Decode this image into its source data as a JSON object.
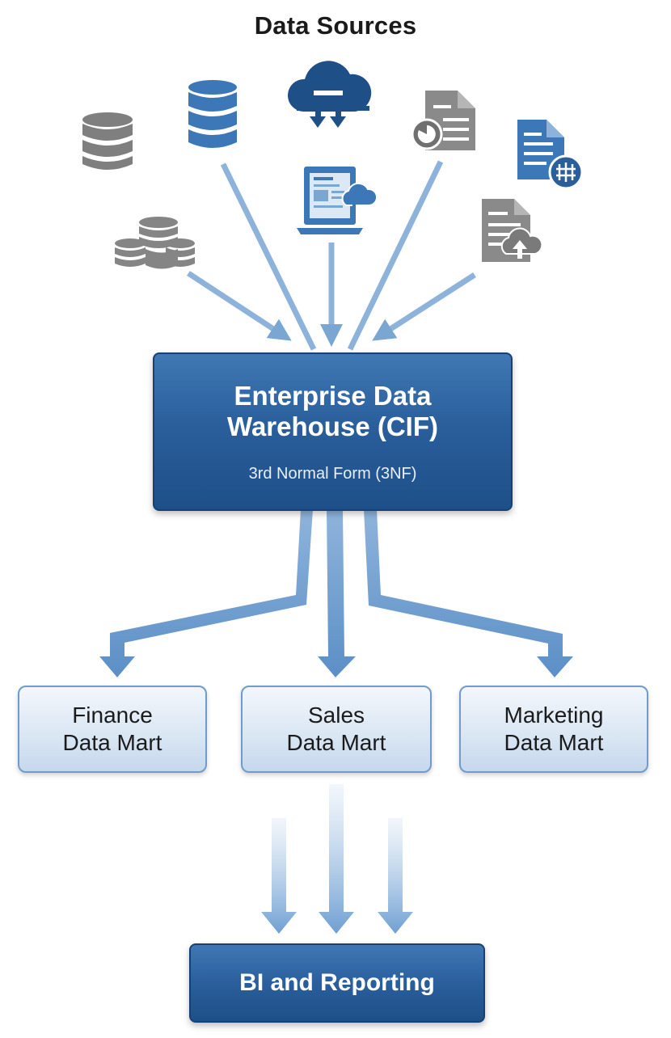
{
  "title": "Data Sources",
  "sources": [
    {
      "icon": "database-gray-icon"
    },
    {
      "icon": "database-blue-icon"
    },
    {
      "icon": "cloud-transfer-icon"
    },
    {
      "icon": "document-report-icon"
    },
    {
      "icon": "document-api-icon"
    },
    {
      "icon": "coin-stack-database-icon"
    },
    {
      "icon": "laptop-cloud-icon"
    },
    {
      "icon": "document-upload-icon"
    }
  ],
  "warehouse": {
    "title": "Enterprise Data Warehouse (CIF)",
    "subtitle": "3rd Normal Form (3NF)"
  },
  "marts": [
    {
      "line1": "Finance",
      "line2": "Data Mart"
    },
    {
      "line1": "Sales",
      "line2": "Data Mart"
    },
    {
      "line1": "Marketing",
      "line2": "Data Mart"
    }
  ],
  "reporting": {
    "label": "BI and Reporting"
  },
  "colors": {
    "primary_blue": "#2a5f9c",
    "dark_blue": "#1e4f88",
    "light_arrow": "#8db3da",
    "icon_gray": "#7f7f7f",
    "mart_border": "#6f9ccc"
  }
}
